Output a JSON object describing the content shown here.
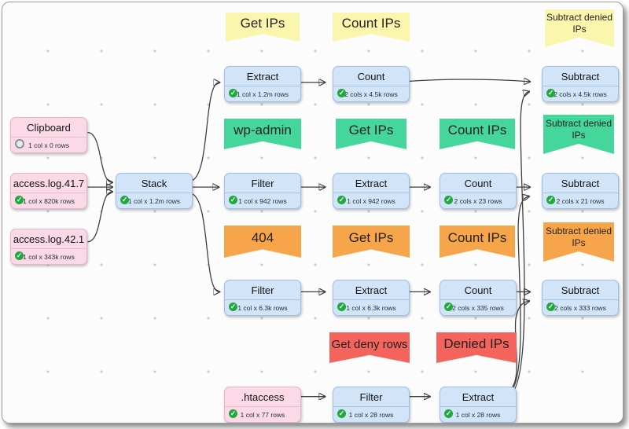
{
  "canvas": {
    "type": "data-flow-diagram",
    "colors": {
      "node_blue": "#d2e4f8",
      "node_pink": "#fbd9e6",
      "note_yellow": "#fbf6ad",
      "note_green": "#45d69c",
      "note_orange": "#f7a54b",
      "note_red": "#f4645c",
      "status_ok": "#1fa83c",
      "arrow": "#3c3c3c"
    }
  },
  "nodes": [
    {
      "title": "Clipboard",
      "caption": "1 col x 0 rows",
      "status": "pending"
    },
    {
      "title": "access.log.41.7",
      "caption": "1 col x 820k rows",
      "status": "ok"
    },
    {
      "title": "access.log.42.1",
      "caption": "1 col x 343k rows",
      "status": "ok"
    },
    {
      "title": "Stack",
      "caption": "1 col x 1.2m rows",
      "status": "ok"
    },
    {
      "title": "Extract",
      "caption": "1 col x 1.2m rows",
      "status": "ok"
    },
    {
      "title": "Count",
      "caption": "2 cols x 4.5k rows",
      "status": "ok"
    },
    {
      "title": "Subtract",
      "caption": "2 cols x 4.5k rows",
      "status": "ok"
    },
    {
      "title": "Filter",
      "caption": "1 col x 942 rows",
      "status": "ok"
    },
    {
      "title": "Extract",
      "caption": "1 col x 942 rows",
      "status": "ok"
    },
    {
      "title": "Count",
      "caption": "2 cols x 23 rows",
      "status": "ok"
    },
    {
      "title": "Subtract",
      "caption": "2 cols x 21 rows",
      "status": "ok"
    },
    {
      "title": "Filter",
      "caption": "1 col x 6.3k rows",
      "status": "ok"
    },
    {
      "title": "Extract",
      "caption": "1 col x 6.3k rows",
      "status": "ok"
    },
    {
      "title": "Count",
      "caption": "2 cols x 335 rows",
      "status": "ok"
    },
    {
      "title": "Subtract",
      "caption": "2 cols x 333 rows",
      "status": "ok"
    },
    {
      "title": ".htaccess",
      "caption": "1 col x 77 rows",
      "status": "ok"
    },
    {
      "title": "Filter",
      "caption": "1 col x 28 rows",
      "status": "ok"
    },
    {
      "title": "Extract",
      "caption": "1 col x 28 rows",
      "status": "ok"
    }
  ],
  "notes": [
    {
      "text": "Get IPs",
      "color": "#fbf6ad"
    },
    {
      "text": "Count IPs",
      "color": "#fbf6ad"
    },
    {
      "text": "Subtract denied IPs",
      "color": "#fbf6ad"
    },
    {
      "text": "wp-admin",
      "color": "#45d69c"
    },
    {
      "text": "Get IPs",
      "color": "#45d69c"
    },
    {
      "text": "Count IPs",
      "color": "#45d69c"
    },
    {
      "text": "Subtract denied IPs",
      "color": "#45d69c"
    },
    {
      "text": "404",
      "color": "#f7a54b"
    },
    {
      "text": "Get IPs",
      "color": "#f7a54b"
    },
    {
      "text": "Count IPs",
      "color": "#f7a54b"
    },
    {
      "text": "Subtract denied IPs",
      "color": "#f7a54b"
    },
    {
      "text": "Get deny rows",
      "color": "#f4645c"
    },
    {
      "text": "Denied IPs",
      "color": "#f4645c"
    }
  ]
}
